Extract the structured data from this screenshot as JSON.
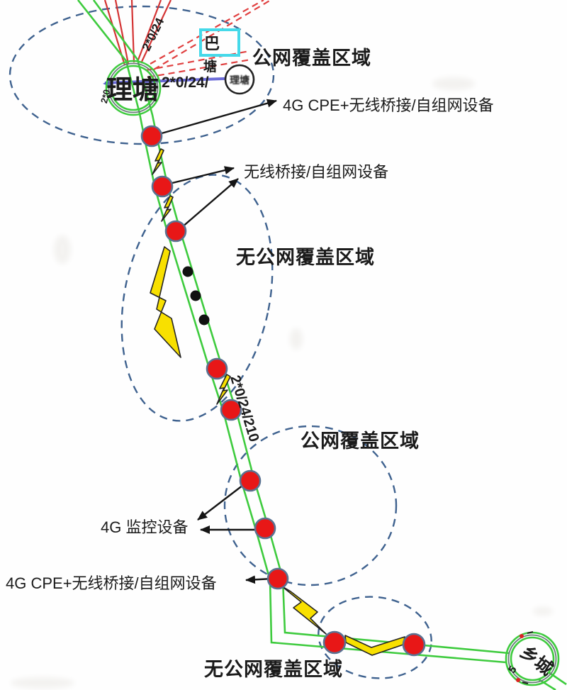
{
  "diagram": {
    "stations": {
      "litang": "理塘",
      "litang_side_label": "2*0",
      "batang_char_top": "巴",
      "batang_char_bottom": "塘",
      "small_substation": "理塘",
      "xiangcheng": "乡城",
      "xiangcheng_side_label": "5"
    },
    "zones": {
      "top_public": "公网覆盖区域",
      "mid_no_public": "无公网覆盖区域",
      "mid_public": "公网覆盖区域",
      "bottom_no_public": "无公网覆盖区域"
    },
    "devices": {
      "cpe_bridge_top": "4G CPE+无线桥接/自组网设备",
      "bridge_only": "无线桥接/自组网设备",
      "monitor_4g": "4G 监控设备",
      "cpe_bridge_bottom": "4G CPE+无线桥接/自组网设备"
    },
    "power_lines": {
      "top_feeder": "2*0/24",
      "litang_link": "2*0/24/",
      "mid_feeder": "2*0/24/210"
    },
    "colors": {
      "route_green": "#3ecb3e",
      "zone_dash_blue": "#3f628f",
      "node_red": "#e81717",
      "node_border": "#5a7292",
      "lightning_yellow": "#f8e000",
      "feeder_red": "#d43434",
      "link_blue": "#4747cf",
      "batang_box_cyan": "#45d9e9",
      "label_dark": "#1b1b1b"
    }
  }
}
